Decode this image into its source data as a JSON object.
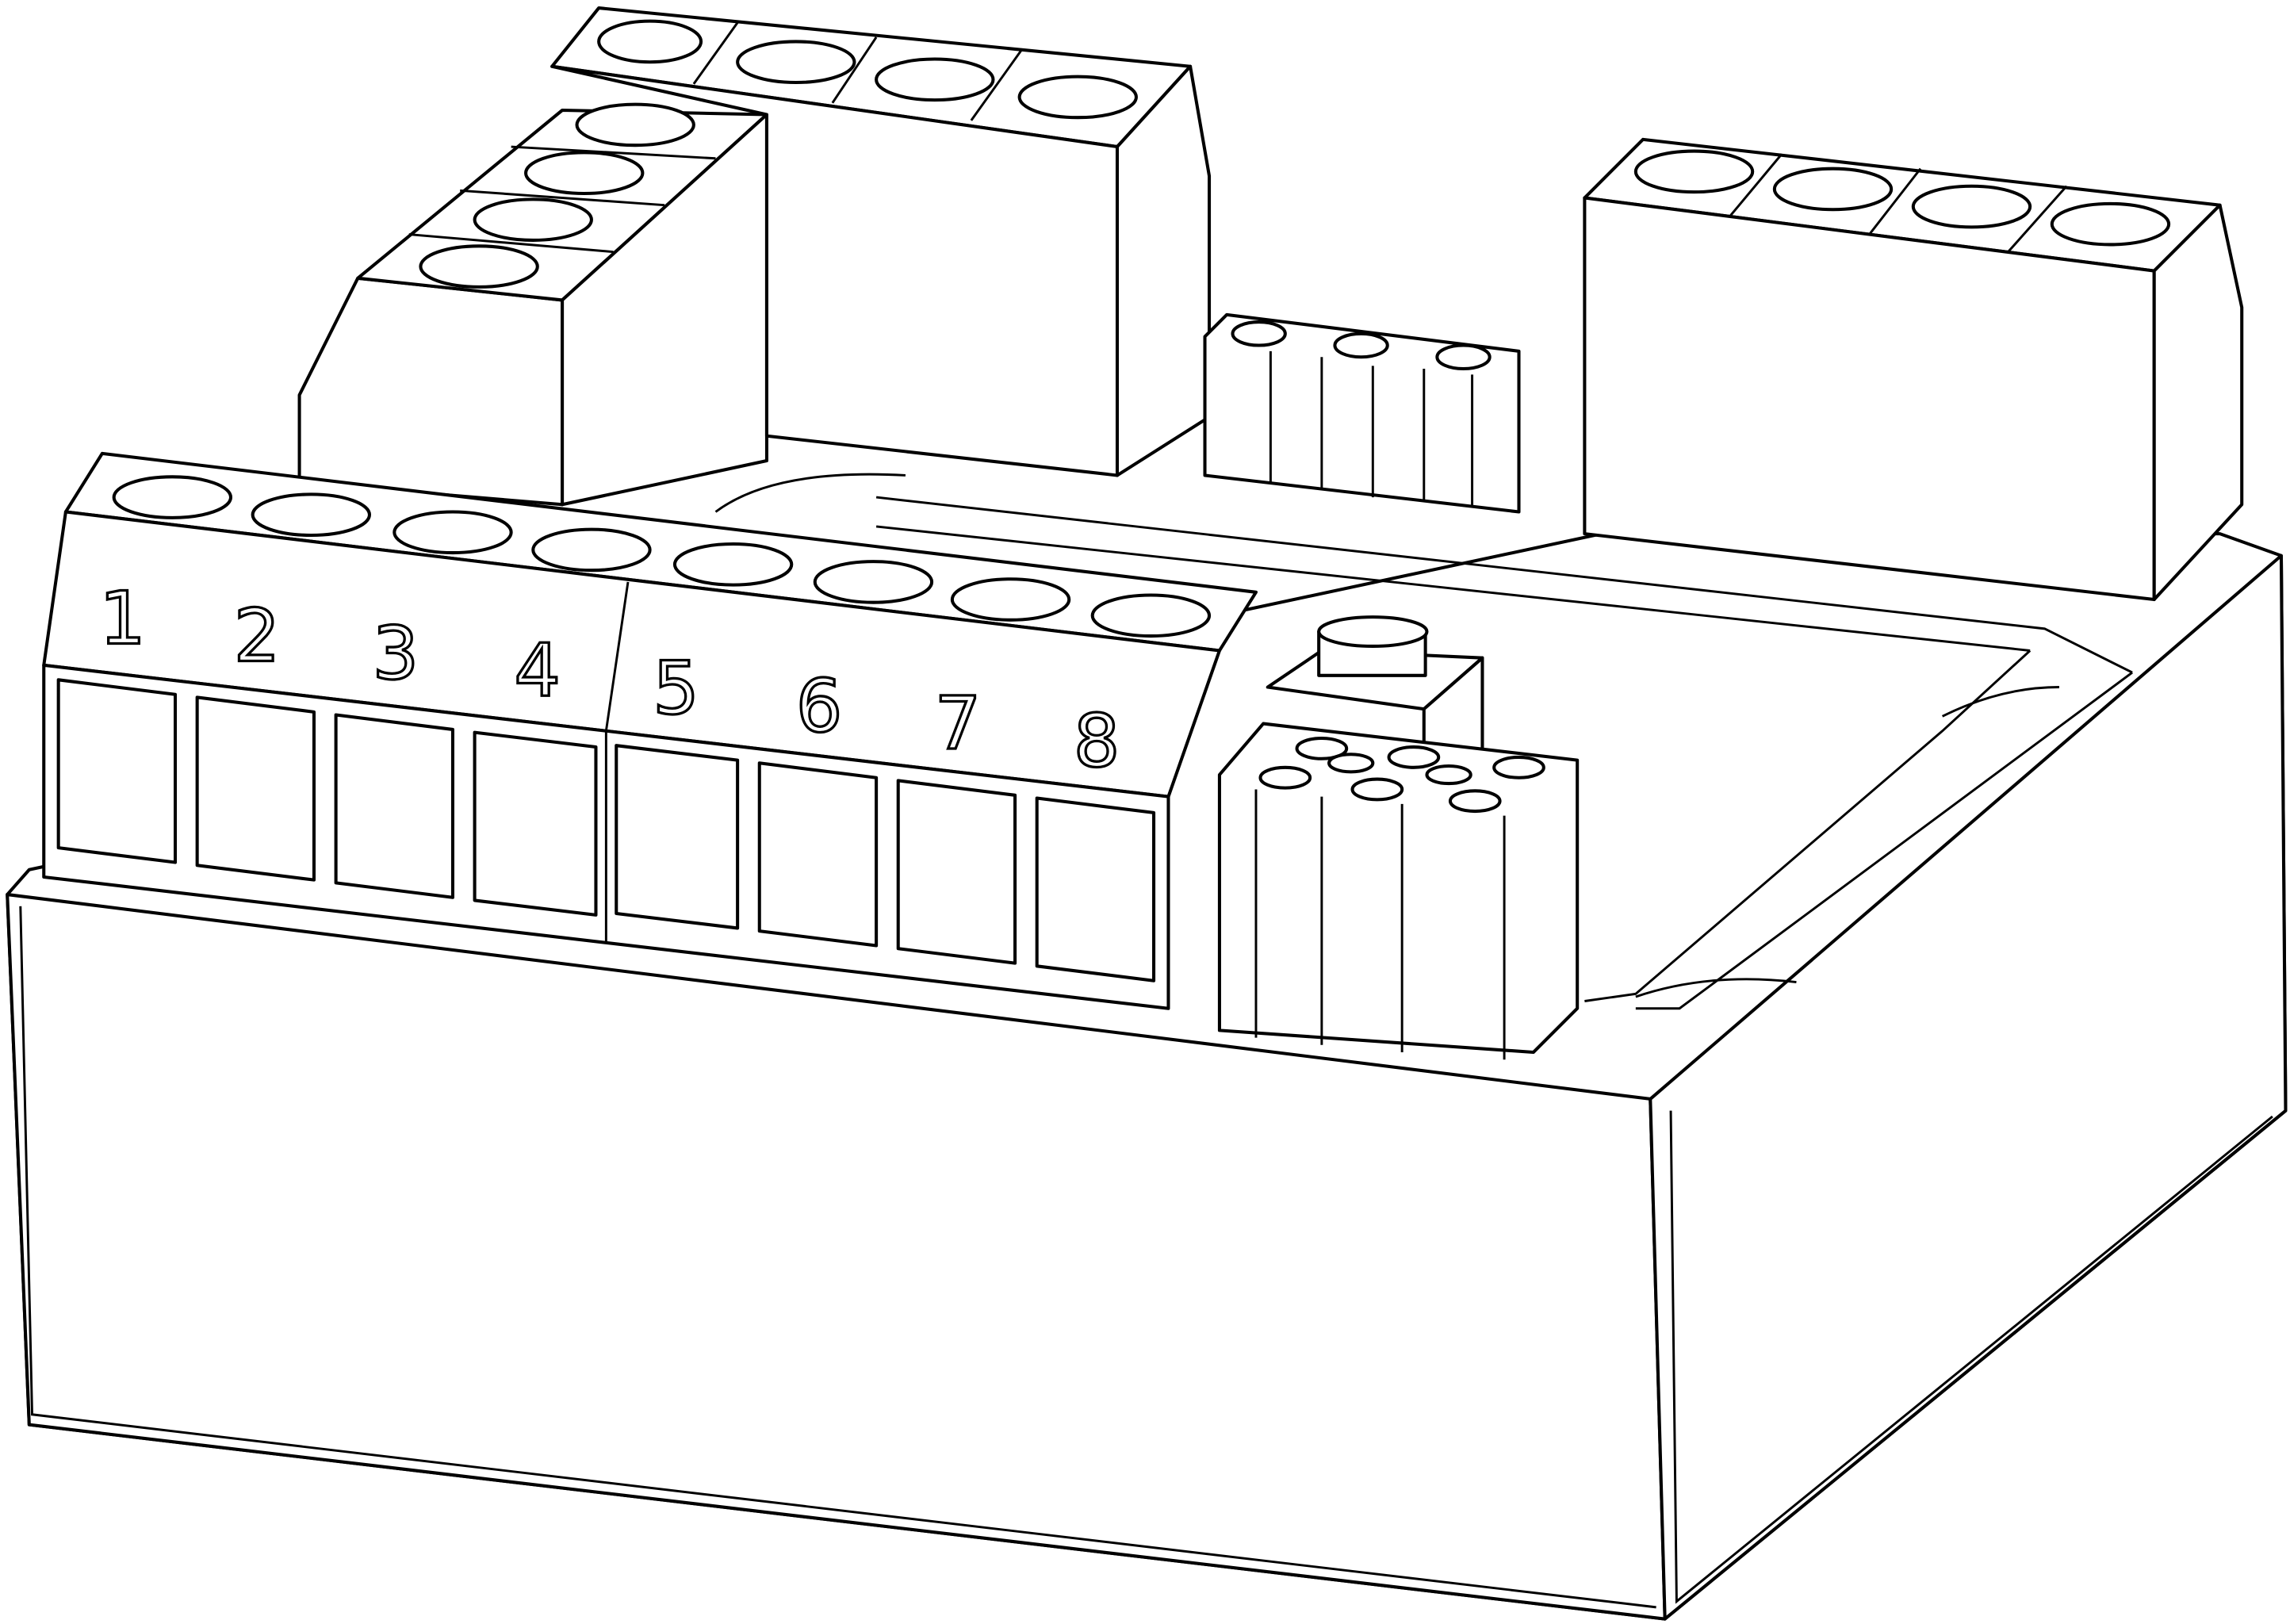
{
  "figure": {
    "terminal_labels": [
      "1",
      "2",
      "3",
      "4",
      "5",
      "6",
      "7",
      "8"
    ]
  }
}
